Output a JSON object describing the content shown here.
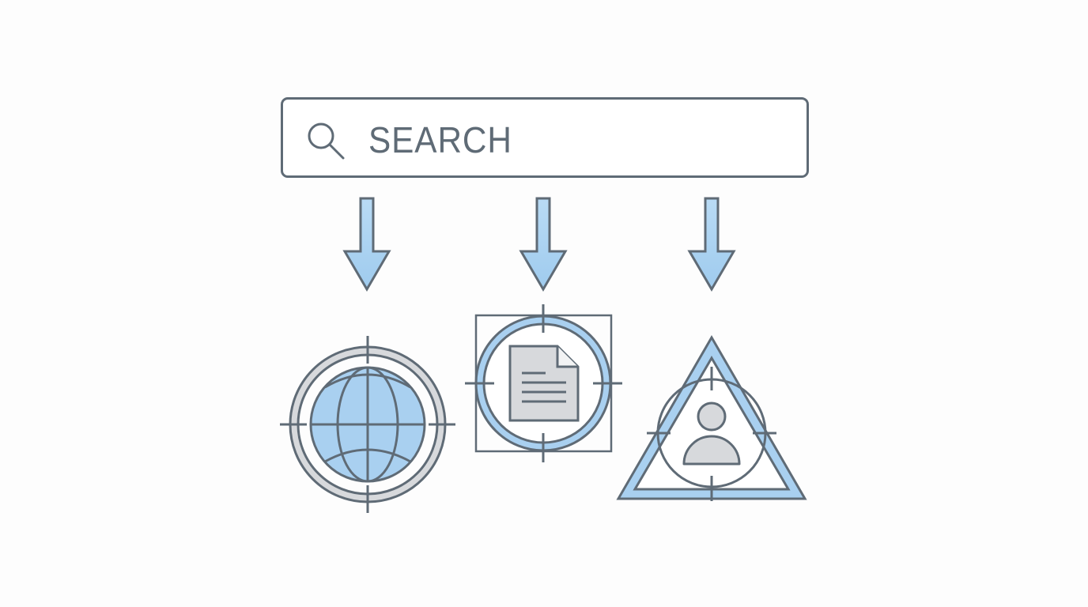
{
  "search": {
    "label": "SEARCH",
    "icon": "magnifier-icon"
  },
  "arrows": [
    {
      "name": "arrow-to-web",
      "icon": "down-arrow-icon"
    },
    {
      "name": "arrow-to-document",
      "icon": "down-arrow-icon"
    },
    {
      "name": "arrow-to-person",
      "icon": "down-arrow-icon"
    }
  ],
  "targets": [
    {
      "name": "web-target",
      "icon": "globe-icon",
      "frame": "circle"
    },
    {
      "name": "document-target",
      "icon": "document-icon",
      "frame": "square"
    },
    {
      "name": "person-target",
      "icon": "person-icon",
      "frame": "triangle"
    }
  ],
  "colors": {
    "stroke": "#5f6b76",
    "accent_blue": "#a9d0f0",
    "light_gray": "#d7d9dc",
    "background": "#fdfdfd"
  }
}
